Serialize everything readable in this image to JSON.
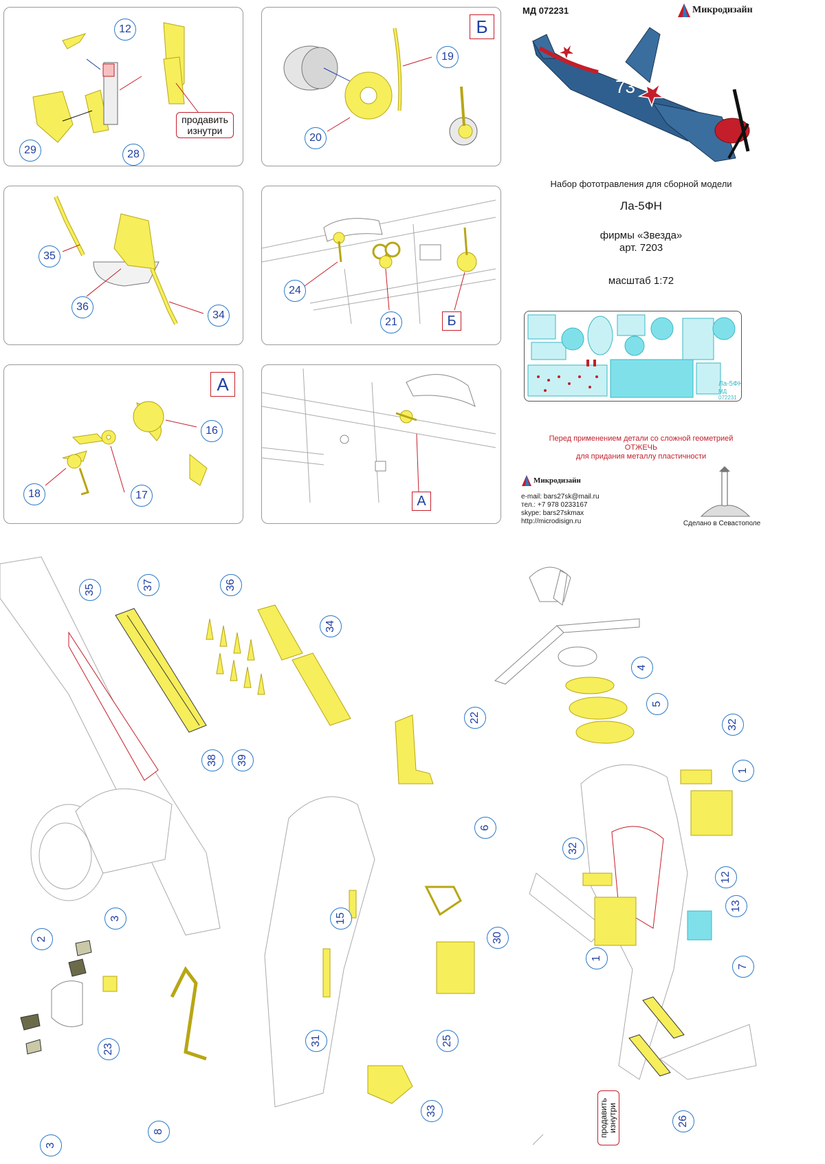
{
  "header": {
    "code": "МД 072231",
    "brand": "Микродизайн",
    "subtitle": "Набор фототравления для сборной модели",
    "model": "Ла-5ФН",
    "maker": "фирмы «Звезда»",
    "article": "арт. 7203",
    "scale": "масштаб 1:72",
    "aircraft_marking": "73"
  },
  "fret": {
    "label_line1": "Ла-5ФН",
    "label_line2": "МД 072231"
  },
  "warning": {
    "line1": "Перед применением детали со сложной геометрией",
    "line2": "ОТЖЕЧЬ",
    "line3": "для придания металлу пластичности"
  },
  "contacts": {
    "brand": "Микродизайн",
    "email": "e-mail: bars27sk@mail.ru",
    "phone": "тел.: +7 978 0233167",
    "skype": "skype: bars27skmax",
    "site": "http://microdisign.ru",
    "made_in": "Сделано в Севастополе"
  },
  "panels": {
    "p1": {
      "labels": [
        "12",
        "29",
        "28"
      ],
      "note": "продавить изнутри"
    },
    "p2": {
      "letter": "Б",
      "labels": [
        "19",
        "20"
      ]
    },
    "p3": {
      "labels": [
        "35",
        "36",
        "34"
      ]
    },
    "p4": {
      "labels": [
        "24",
        "21"
      ],
      "letter": "Б"
    },
    "p5": {
      "letter": "А",
      "labels": [
        "16",
        "18",
        "17"
      ]
    },
    "p6": {
      "letter": "А"
    }
  },
  "bottom": {
    "left_labels": [
      "35",
      "37",
      "36",
      "34",
      "38",
      "39",
      "3",
      "2",
      "23",
      "3",
      "8"
    ],
    "center_labels": [
      "22",
      "6",
      "15",
      "30",
      "31",
      "25",
      "33"
    ],
    "right_labels": [
      "4",
      "5",
      "32",
      "1",
      "32",
      "12",
      "13",
      "1",
      "7",
      "26"
    ],
    "note": "продавить изнутри"
  },
  "colors": {
    "photoetch": "#f6ee5a",
    "photoetch_stroke": "#b8a615",
    "callout_blue": "#2a78c8",
    "letter_red": "#c41e2a",
    "aircraft_blue": "#2f5f8f",
    "fret_cyan": "#7fe0ea"
  }
}
